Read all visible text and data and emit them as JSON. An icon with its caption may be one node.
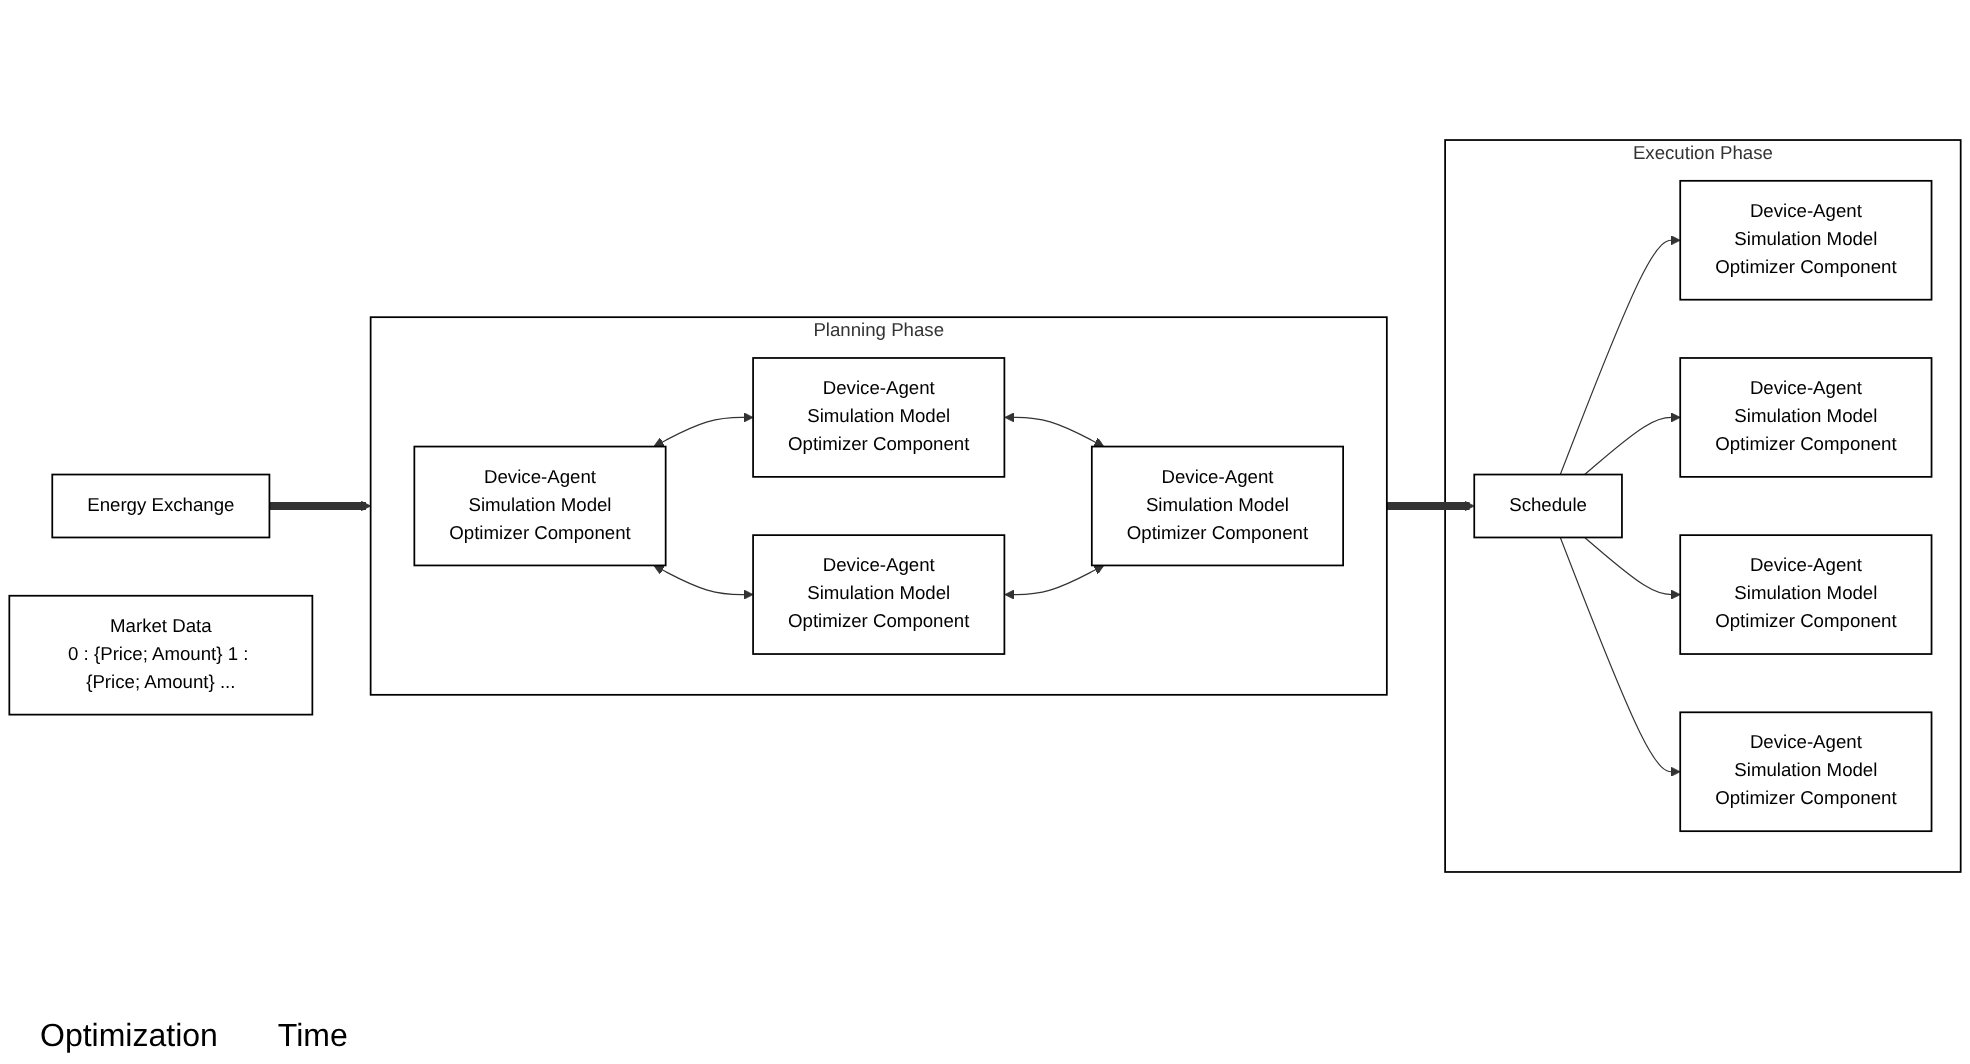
{
  "diagram": {
    "nodes": [
      {
        "text": [
          "Energy Exchange"
        ]
      },
      {
        "text": [
          "Market Data",
          "0 : {Price; Amount} 1 : {Price; Amount} ..."
        ]
      },
      {
        "text": [
          "Planning Phase"
        ]
      },
      {
        "text": [
          "Device-Agent",
          "Simulation Model",
          "Optimizer Component"
        ],
        "in": 2
      },
      {
        "text": [
          "Device-Agent",
          "Simulation Model",
          "Optimizer Component"
        ],
        "in": 2
      },
      {
        "text": [
          "Device-Agent",
          "Simulation Model",
          "Optimizer Component"
        ],
        "in": 2
      },
      {
        "text": [
          "Device-Agent",
          "Simulation Model",
          "Optimizer Component"
        ],
        "in": 2
      },
      {
        "text": [
          "Execution Phase"
        ]
      },
      {
        "text": [
          "Schedule"
        ],
        "in": 7
      },
      {
        "text": [
          "Device-Agent",
          "Simulation Model",
          "Optimizer Component"
        ],
        "in": 7
      },
      {
        "text": [
          "Device-Agent",
          "Simulation Model",
          "Optimizer Component"
        ],
        "in": 7
      },
      {
        "text": [
          "Device-Agent",
          "Simulation Model",
          "Optimizer Component"
        ],
        "in": 7
      },
      {
        "text": [
          "Device-Agent",
          "Simulation Model",
          "Optimizer Component"
        ],
        "in": 7
      }
    ],
    "edges": [
      {
        "from": 0,
        "to": 2,
        "arrow": "to",
        "style": "thick"
      },
      {
        "from": 4,
        "to": 3,
        "arrow": "both"
      },
      {
        "from": 4,
        "to": 5,
        "arrow": "both"
      },
      {
        "from": 5,
        "to": 6,
        "arrow": "both"
      },
      {
        "from": 3,
        "to": 6,
        "arrow": "both"
      },
      {
        "from": 2,
        "to": 8,
        "arrow": "to",
        "style": "thick"
      },
      {
        "from": 8,
        "to": 9,
        "arrow": "to"
      },
      {
        "from": 8,
        "to": 10,
        "arrow": "to"
      },
      {
        "from": 8,
        "to": 11,
        "arrow": "to"
      },
      {
        "from": 8,
        "to": 12,
        "arrow": "to"
      }
    ],
    "labels": [
      "Optimization",
      "Time"
    ]
  }
}
